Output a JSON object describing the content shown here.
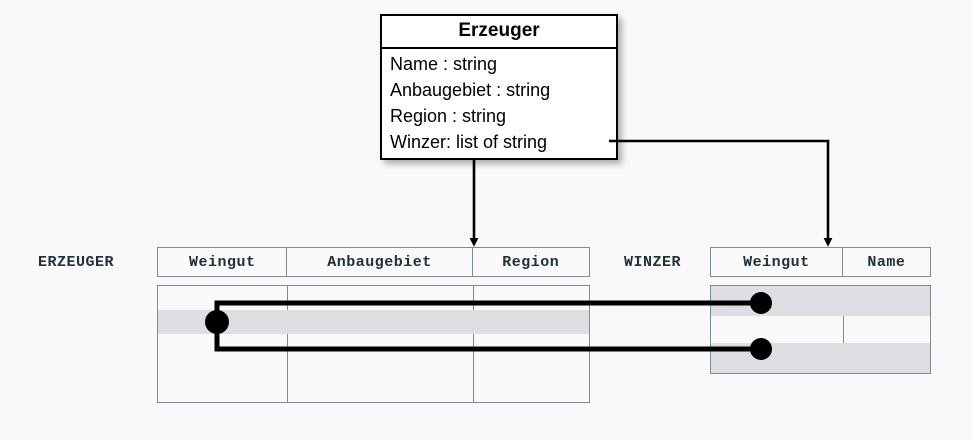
{
  "diagram": {
    "background_color": "#f9f9f9",
    "uml_class": {
      "title": "Erzeuger",
      "attributes": [
        "Name : string",
        "Anbaugebiet : string",
        "Region : string",
        "Winzer: list of string"
      ]
    },
    "tables": {
      "erzeuger": {
        "label": "ERZEUGER",
        "columns": [
          "Weingut",
          "Anbaugebiet",
          "Region"
        ],
        "rows": [
          {
            "highlighted": false
          },
          {
            "highlighted": true
          },
          {
            "highlighted": false
          },
          {
            "highlighted": false
          }
        ]
      },
      "winzer": {
        "label": "WINZER",
        "columns": [
          "Weingut",
          "Name"
        ],
        "rows": [
          {
            "highlighted": true
          },
          {
            "highlighted": false
          },
          {
            "highlighted": true
          }
        ]
      }
    },
    "connectors": {
      "mapping_arrow_left_target": "Anbaugebiet / Region columns of ERZEUGER",
      "mapping_arrow_right_target": "Weingut column of WINZER",
      "relationship_lines": 2,
      "line_color": "#000000",
      "endpoint_dot_color": "#000000"
    },
    "colors": {
      "row_highlight": "#dcdee1",
      "table_border": "#7d8d93",
      "box_border": "#000000",
      "text": "#20313a"
    }
  }
}
